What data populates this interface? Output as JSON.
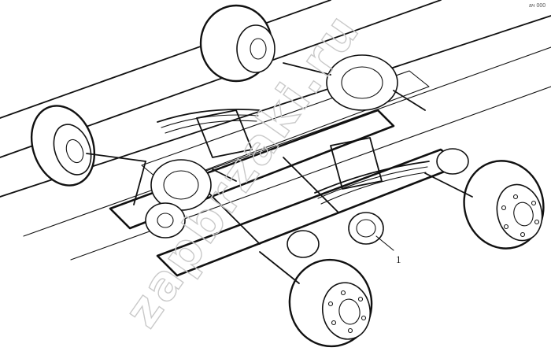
{
  "diagram": {
    "callouts": [
      {
        "id": "1",
        "label": "1"
      }
    ],
    "corner_mark": "aч 000"
  },
  "watermark": {
    "text": "zapbrzaki.ru"
  },
  "colors": {
    "ink": "#111111",
    "paper": "#ffffff",
    "watermark": "#c9c9c9"
  }
}
